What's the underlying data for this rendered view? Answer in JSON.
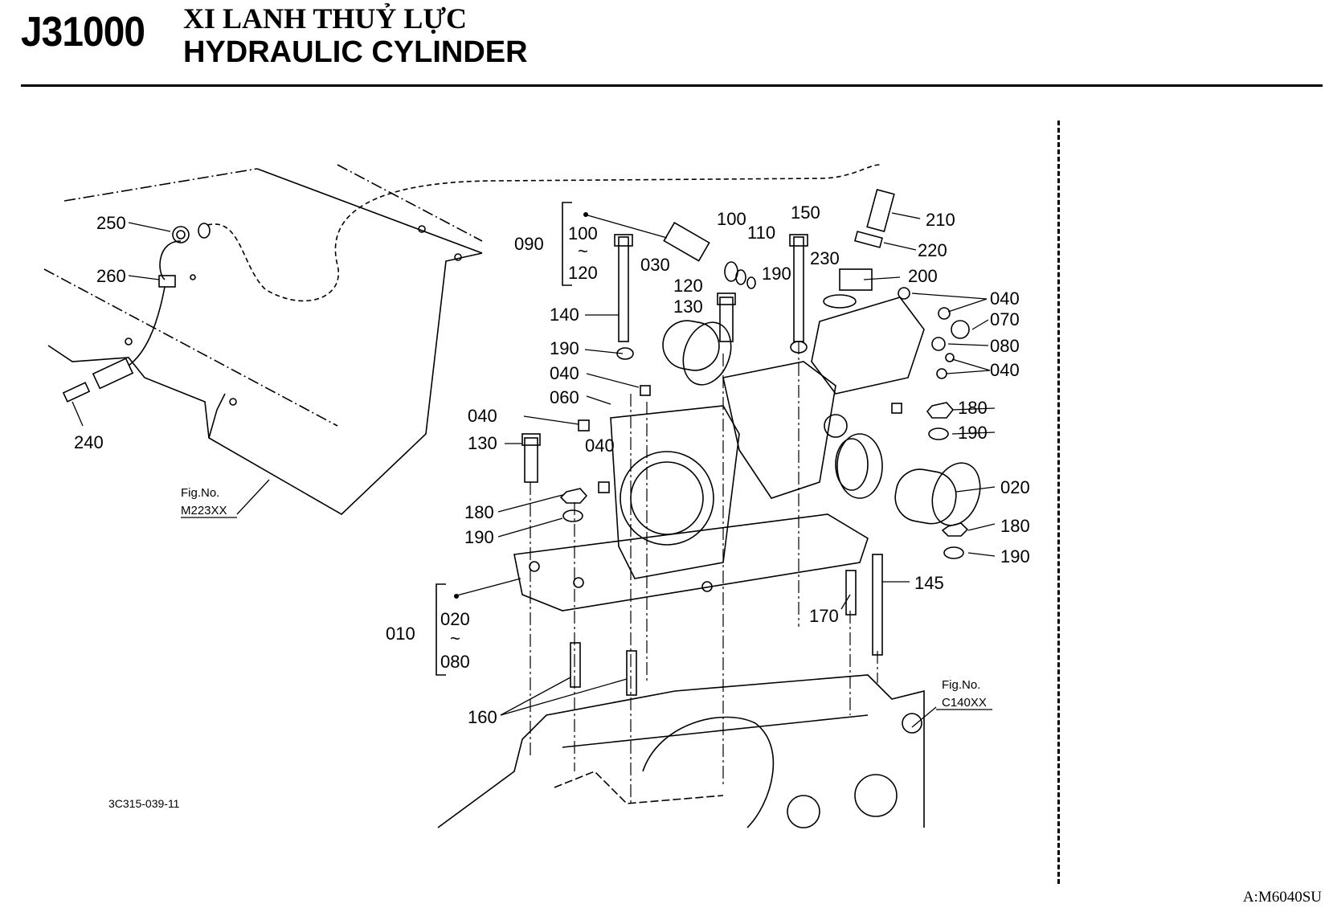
{
  "header": {
    "code": "J31000",
    "title_vn": "XI LANH THUỶ LỰC",
    "title_en": "HYDRAULIC CYLINDER"
  },
  "callouts": {
    "p250": "250",
    "p260": "260",
    "p240": "240",
    "p090": "090",
    "p100": "100",
    "tilde": "~",
    "p120": "120",
    "p030": "030",
    "p100b": "100",
    "p110": "110",
    "p120b": "120",
    "p130": "130",
    "p150": "150",
    "p190a": "190",
    "p230": "230",
    "p210": "210",
    "p220": "220",
    "p200": "200",
    "p040a": "040",
    "p070": "070",
    "p080": "080",
    "p040b": "040",
    "p140": "140",
    "p190b": "190",
    "p040c": "040",
    "p060": "060",
    "p040d": "040",
    "p130b": "130",
    "p040e": "040",
    "p180a": "180",
    "p190c": "190",
    "p180b": "180",
    "p190d": "190",
    "p020": "020",
    "p180c": "180",
    "p190e": "190",
    "p145": "145",
    "p170": "170",
    "p010": "010",
    "p020b": "020",
    "tilde2": "~",
    "p080b": "080",
    "p160": "160"
  },
  "fig_refs": {
    "left_label": "Fig.No.",
    "left_code": "M223XX",
    "right_label": "Fig.No.",
    "right_code": "C140XX"
  },
  "drawing_ref": "3C315-039-11",
  "model": "A:M6040SU"
}
